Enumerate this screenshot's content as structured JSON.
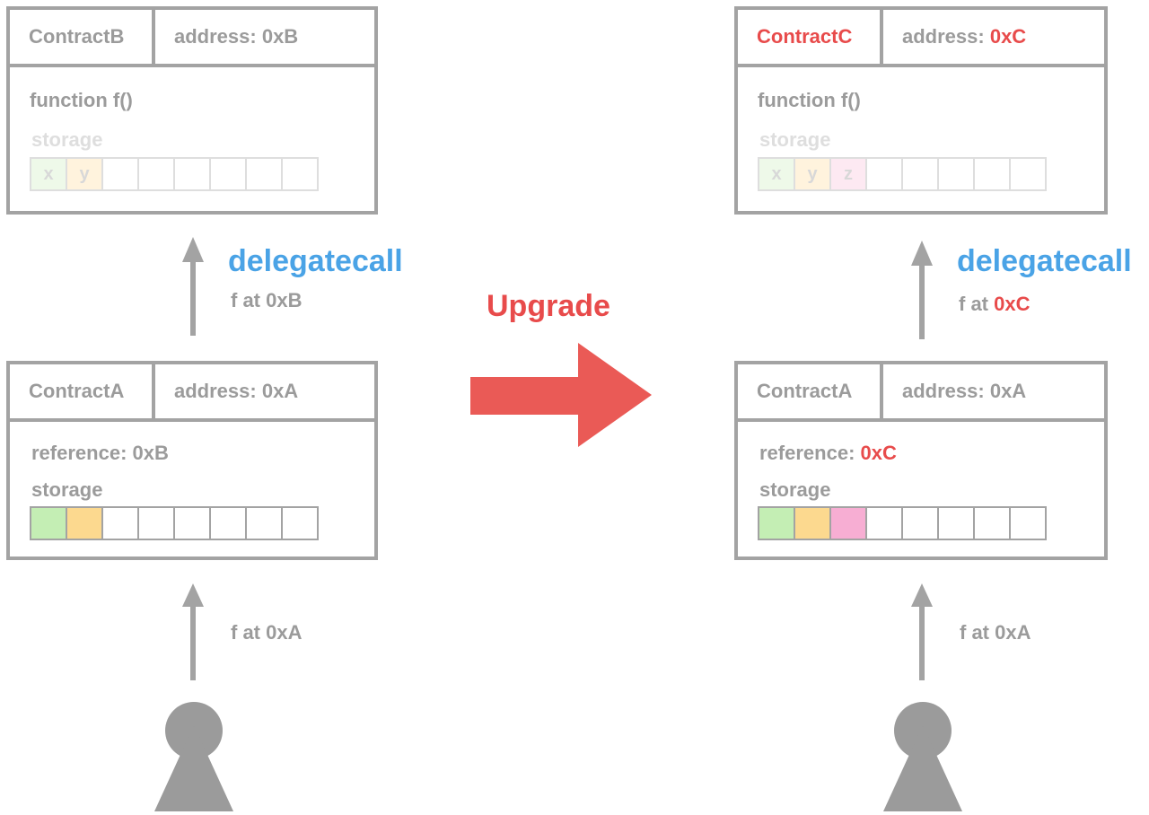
{
  "left": {
    "contract_b": {
      "name": "ContractB",
      "address_label": "address: ",
      "address_value": "0xB",
      "function_label": "function f()",
      "storage_label": "storage",
      "cells": [
        "x",
        "y",
        "",
        "",
        "",
        "",
        "",
        ""
      ]
    },
    "call_label": "delegatecall",
    "call_target_prefix": "f at ",
    "call_target_value": "0xB",
    "contract_a": {
      "name": "ContractA",
      "address_label": "address: ",
      "address_value": "0xA",
      "reference_label": "reference: ",
      "reference_value": "0xB",
      "storage_label": "storage",
      "cells": [
        "",
        "",
        "",
        "",
        "",
        "",
        "",
        ""
      ]
    },
    "user_call_label": "f at 0xA"
  },
  "upgrade_label": "Upgrade",
  "right": {
    "contract_c": {
      "name": "ContractC",
      "address_label": "address: ",
      "address_value": "0xC",
      "function_label": "function f()",
      "storage_label": "storage",
      "cells": [
        "x",
        "y",
        "z",
        "",
        "",
        "",
        "",
        ""
      ]
    },
    "call_label": "delegatecall",
    "call_target_prefix": "f at ",
    "call_target_value": "0xC",
    "contract_a": {
      "name": "ContractA",
      "address_label": "address: ",
      "address_value": "0xA",
      "reference_label": "reference: ",
      "reference_value": "0xC",
      "storage_label": "storage",
      "cells": [
        "",
        "",
        "",
        "",
        "",
        "",
        "",
        ""
      ]
    },
    "user_call_label": "f at 0xA"
  },
  "colors": {
    "green": "#c4eeb4",
    "orange": "#fcd98f",
    "pink": "#f7aed3",
    "green_faded": "#eef9e9",
    "orange_faded": "#fff3dd",
    "pink_faded": "#fde9f2",
    "red": "#e84b4b",
    "blue": "#4aa3e6",
    "gray": "#a3a3a3"
  }
}
